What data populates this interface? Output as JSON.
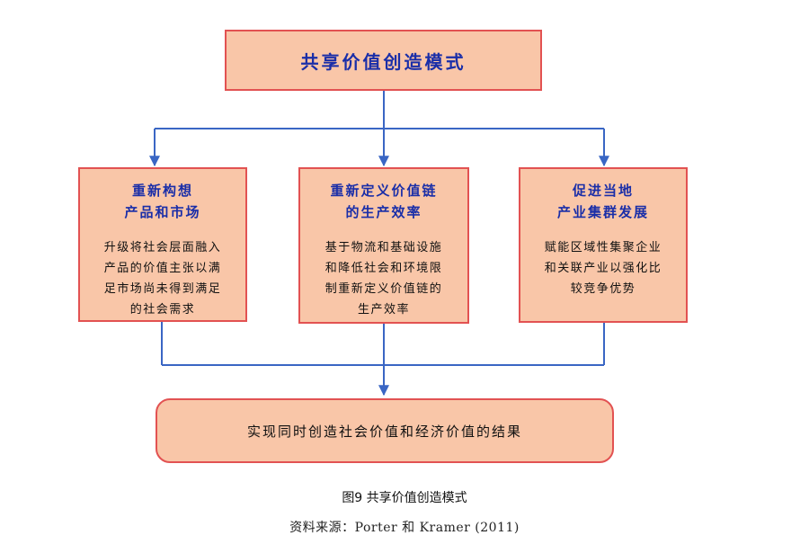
{
  "diagram": {
    "title": "共享价值创造模式",
    "columns": [
      {
        "heading_line1": "重新构想",
        "heading_line2": "产品和市场",
        "body_lines": [
          "升级将社会层面融入",
          "产品的价值主张以满",
          "足市场尚未得到满足",
          "的社会需求"
        ]
      },
      {
        "heading_line1": "重新定义价值链",
        "heading_line2": "的生产效率",
        "body_lines": [
          "基于物流和基础设施",
          "和降低社会和环境限",
          "制重新定义价值链的",
          "生产效率"
        ]
      },
      {
        "heading_line1": "促进当地",
        "heading_line2": "产业集群发展",
        "body_lines": [
          "赋能区域性集聚企业",
          "和关联产业以强化比",
          "较竞争优势"
        ]
      }
    ],
    "result": "实现同时创造社会价值和经济价值的结果"
  },
  "caption": "图9 共享价值创造模式",
  "source": "资料来源：Porter 和 Kramer (2011)",
  "colors": {
    "box_fill": "#f9c6a8",
    "box_border": "#e25252",
    "heading_text": "#1a2ea8",
    "connector": "#3a66c4"
  }
}
